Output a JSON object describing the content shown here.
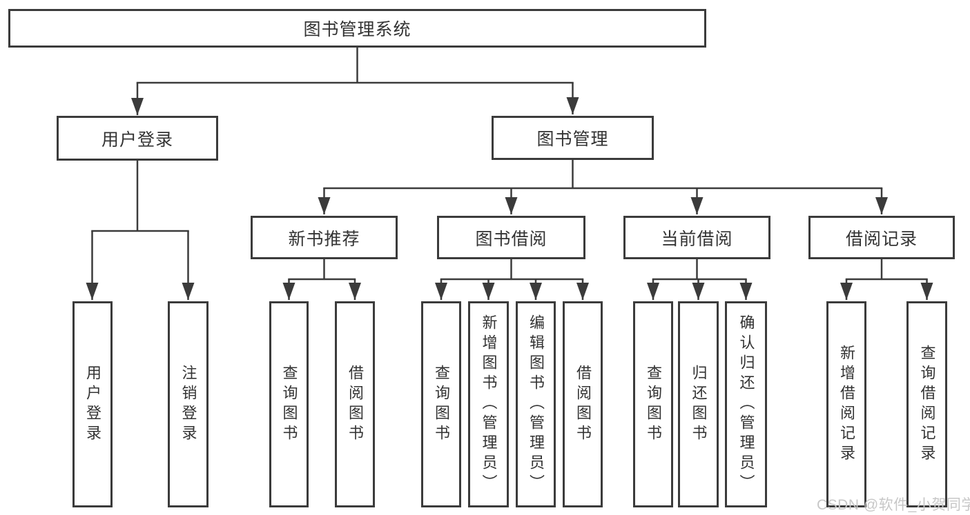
{
  "diagram": {
    "root": "图书管理系统",
    "branches": [
      {
        "label": "用户登录",
        "leaves": [
          "用户登录",
          "注销登录"
        ]
      },
      {
        "label": "图书管理",
        "sections": [
          {
            "label": "新书推荐",
            "leaves": [
              "查询图书",
              "借阅图书"
            ]
          },
          {
            "label": "图书借阅",
            "leaves": [
              "查询图书",
              "新增图书（管理员）",
              "编辑图书（管理员）",
              "借阅图书"
            ]
          },
          {
            "label": "当前借阅",
            "leaves": [
              "查询图书",
              "归还图书",
              "确认归还（管理员）"
            ]
          },
          {
            "label": "借阅记录",
            "leaves": [
              "新增借阅记录",
              "查询借阅记录"
            ]
          }
        ]
      }
    ]
  },
  "watermark": "CSDN @软件_小贺同学",
  "colors": {
    "line": "#3b3b3b",
    "text": "#333333",
    "background": "#ffffff",
    "watermark": "#c7c7c7"
  }
}
